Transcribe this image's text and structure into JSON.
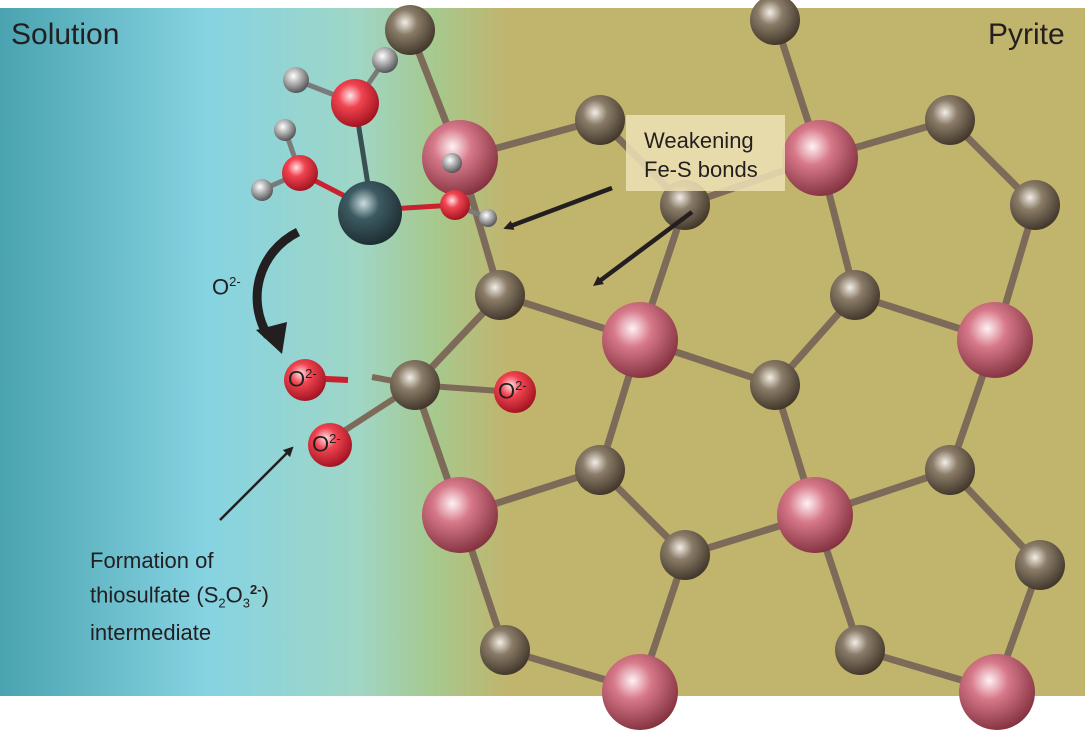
{
  "regions": {
    "solution_label": "Solution",
    "pyrite_label": "Pyrite"
  },
  "annotations": {
    "weakening_line1": "Weakening",
    "weakening_line2": "Fe-S bonds",
    "formation_line1": "Formation of",
    "formation_line2_prefix": "thiosulfate (S",
    "formation_sub2": "2",
    "formation_O": "O",
    "formation_sub3": "3",
    "formation_sup": "2-",
    "formation_close": ")",
    "formation_line3": "intermediate",
    "curved_arrow_ion": "O",
    "curved_arrow_ion_sup": "2-"
  },
  "ions": {
    "oxide_symbol": "O",
    "oxide_charge": "2-"
  },
  "colors": {
    "solution_dark": "#4aa3b0",
    "solution_light": "#86d3e2",
    "pyrite_bg": "#c1b46d",
    "iron_atom": "#c25a6e",
    "sulfur_atom": "#6e6150",
    "oxygen_atom": "#e8202e",
    "hydrogen_atom": "#9a9a9a",
    "metal_cation": "#2e4a52",
    "fe_s_bond": "#7d5a50"
  }
}
